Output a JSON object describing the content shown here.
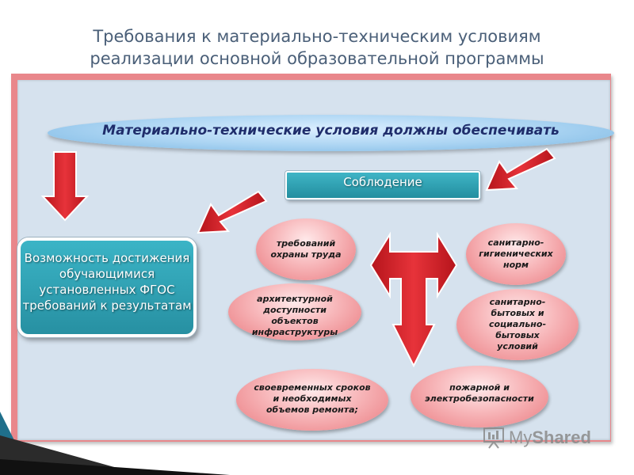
{
  "title": {
    "line1": "Требования к материально-техническим условиям",
    "line2": "реализации основной образовательной программы"
  },
  "banner": "Материально-технические условия должны обеспечивать",
  "compliance": "Соблюдение",
  "result": {
    "line1": "Возможность достижения",
    "line2": "обучающимися",
    "line3": "установленных ФГОС",
    "line4": "требований к результатам"
  },
  "ovals": {
    "labor": [
      "требований",
      "охраны труда"
    ],
    "accessibility": [
      "архитектурной",
      "доступности",
      "объектов",
      "инфраструктуры"
    ],
    "repair": [
      "своевременных сроков",
      "и необходимых",
      "объемов ремонта;"
    ],
    "sanitary": [
      "санитарно-",
      "гигиенических",
      "норм"
    ],
    "household": [
      "санитарно-",
      "бытовых и",
      "социально-",
      "бытовых",
      "условий"
    ],
    "fire": [
      "пожарной и",
      "электробезопасности"
    ]
  },
  "watermark": {
    "my": "My",
    "shared": "Shared"
  },
  "colors": {
    "arrow_red": "#d9242b",
    "teal": "#2fa3b5",
    "frame_red": "#e9878b",
    "inner_bg": "#d6e2ee",
    "title": "#4a5f78"
  }
}
